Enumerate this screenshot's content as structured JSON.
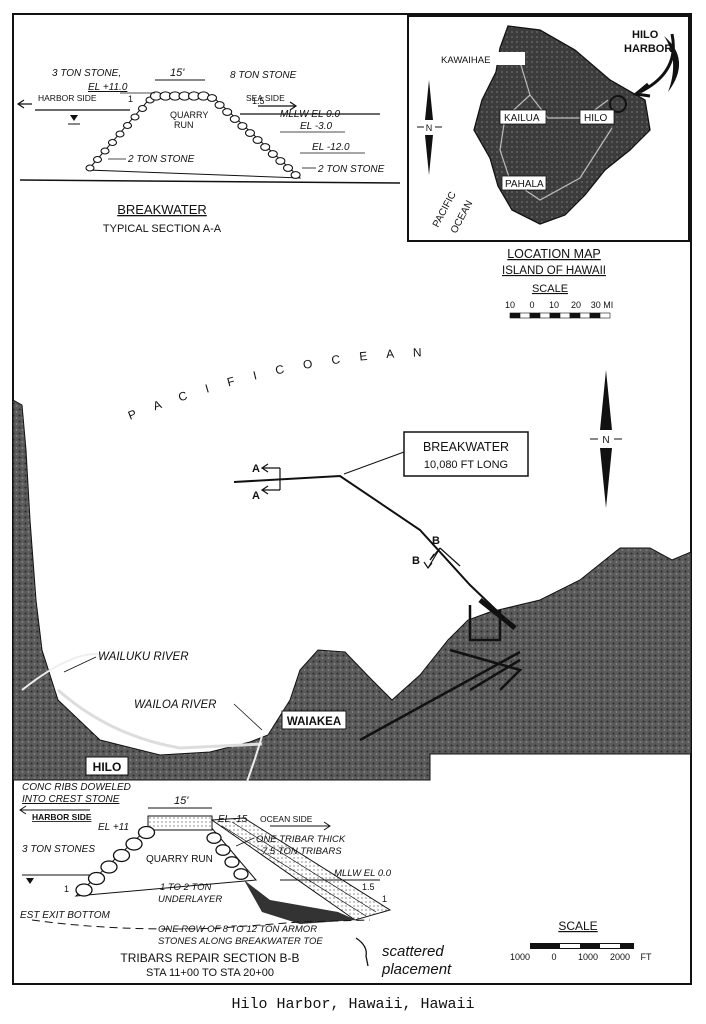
{
  "caption": "Hilo Harbor, Hawaii, Hawaii",
  "section_a": {
    "crest_width": "15'",
    "stone_3ton": "3 TON STONE,",
    "el_crest": "EL +11.0",
    "stone_8ton": "8 TON STONE",
    "harbor_side": "HARBOR SIDE",
    "sea_side": "SEA SIDE",
    "core": "QUARRY",
    "core2": "RUN",
    "mllw": "MLLW EL 0.0",
    "el_minus3": "EL -3.0",
    "el_minus12": "EL -12.0",
    "stone_2ton_left": "2 TON STONE",
    "stone_2ton_right": "2 TON STONE",
    "slope_one": "1",
    "slope_ratio": "1.5",
    "title": "BREAKWATER",
    "subtitle": "TYPICAL SECTION A-A"
  },
  "location_map": {
    "harbor": "HILO",
    "harbor2": "HARBOR",
    "towns": [
      "KAWAIHAE",
      "KAILUA",
      "HILO",
      "PAHALA"
    ],
    "ocean": "PACIFIC",
    "ocean2": "OCEAN",
    "north": "N",
    "title": "LOCATION MAP",
    "subtitle": "ISLAND OF HAWAII",
    "scale_title": "SCALE",
    "scale_ticks": [
      "10",
      "0",
      "10",
      "20",
      "30 MI"
    ]
  },
  "main_map": {
    "ocean_label": "P A C I F I C    O C E A N",
    "breakwater_label": "BREAKWATER",
    "breakwater_length": "10,080 FT LONG",
    "section_a_mark": "A",
    "section_b_mark": "B",
    "north": "N",
    "wailuku": "WAILUKU RIVER",
    "wailoa": "WAILOA RIVER",
    "waiakea": "WAIAKEA",
    "hilo": "HILO"
  },
  "section_b": {
    "ribs": "CONC RIBS DOWELED",
    "ribs2": "INTO CREST STONE",
    "crest_width": "15'",
    "harbor_side": "HARBOR SIDE",
    "ocean_side": "OCEAN SIDE",
    "el_plus11": "EL +11",
    "el_minus15": "EL -15",
    "tribar": "ONE TRIBAR THICK",
    "tribar2": "7.5 TON TRIBARS",
    "stones_3ton": "3 TON STONES",
    "core": "QUARRY RUN",
    "mllw": "MLLW EL 0.0",
    "slope_ratio": "1.5",
    "slope_one": "1",
    "underlayer": "1 TO 2 TON",
    "underlayer2": "UNDERLAYER",
    "est_exit": "EST EXIT BOTTOM",
    "toe1": "ONE ROW OF 8 TO 12 TON ARMOR",
    "toe2": "STONES ALONG BREAKWATER TOE",
    "handwritten": "scattered",
    "handwritten2": "placement",
    "title": "TRIBARS REPAIR SECTION B-B",
    "subtitle": "STA 11+00 TO STA 20+00"
  },
  "scale_bar": {
    "title": "SCALE",
    "ticks": [
      "1000",
      "0",
      "1000",
      "2000",
      "FT"
    ]
  }
}
